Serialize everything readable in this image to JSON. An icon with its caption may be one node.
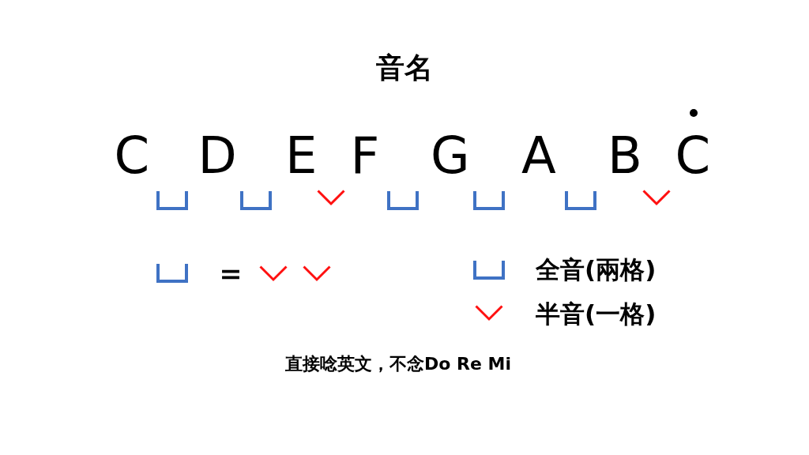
{
  "diagram": {
    "title": "音名",
    "labels": [
      "C",
      "D",
      "E",
      "F",
      "G",
      "A",
      "B",
      "C",
      "＝"
    ],
    "legend": [
      {
        "text": "全音(兩格)"
      },
      {
        "text": "半音(一格)"
      }
    ],
    "caption": "直接唸英文，不念Do Re Mi"
  }
}
